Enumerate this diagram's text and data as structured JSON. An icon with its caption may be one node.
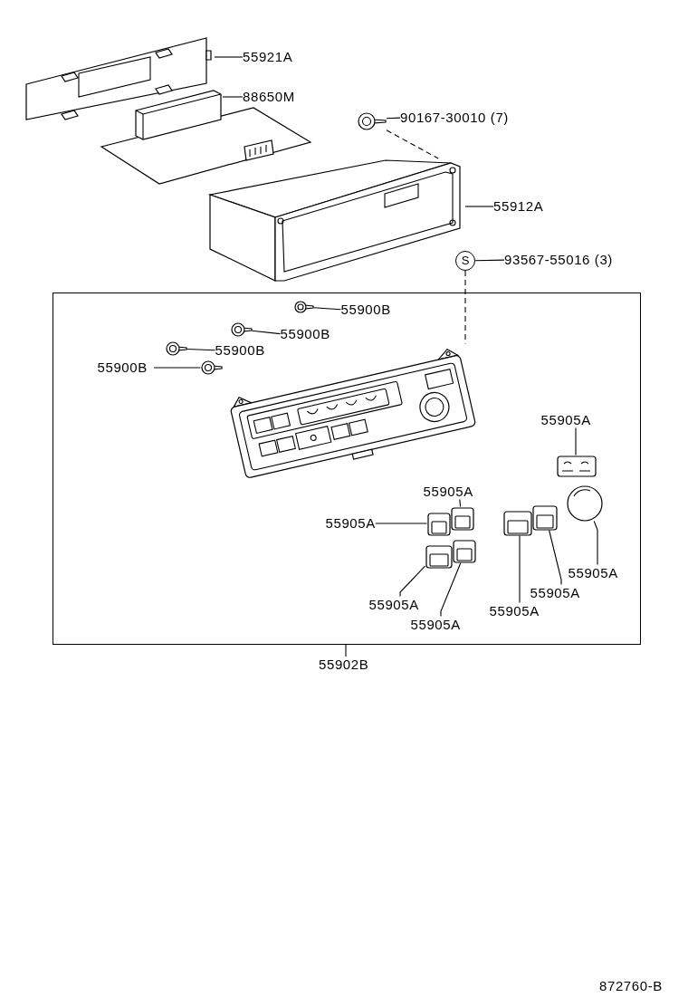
{
  "diagram": {
    "nodes": [
      {
        "text": [
          "55921A"
        ]
      },
      {
        "text": [],
        "shape": "picture"
      },
      {
        "text": [
          "88650M"
        ]
      },
      {
        "text": [],
        "shape": "picture"
      },
      {
        "text": [],
        "shape": "picture"
      },
      {
        "text": [
          "90167-30010 (7)"
        ]
      },
      {
        "text": [],
        "shape": "picture"
      },
      {
        "text": [
          "55912A"
        ]
      },
      {
        "text": [
          "S"
        ]
      },
      {
        "text": [
          "93567-55016 (3)"
        ]
      },
      {
        "text": [],
        "shape": "box"
      },
      {
        "text": [],
        "shape": "picture",
        "in": 10
      },
      {
        "text": [
          "55900B"
        ],
        "in": 10
      },
      {
        "text": [],
        "shape": "picture",
        "in": 10
      },
      {
        "text": [
          "55900B"
        ],
        "in": 10
      },
      {
        "text": [],
        "shape": "picture",
        "in": 10
      },
      {
        "text": [
          "55900B"
        ],
        "in": 10
      },
      {
        "text": [
          "55900B"
        ],
        "in": 10
      },
      {
        "text": [],
        "shape": "picture",
        "in": 10
      },
      {
        "text": [],
        "shape": "picture",
        "in": 10
      },
      {
        "text": [
          "55905A"
        ],
        "in": 10
      },
      {
        "text": [],
        "shape": "picture",
        "in": 10
      },
      {
        "text": [
          "55905A"
        ],
        "in": 10
      },
      {
        "text": [],
        "shape": "picture",
        "in": 10
      },
      {
        "text": [
          "55905A"
        ],
        "in": 10
      },
      {
        "text": [],
        "shape": "picture",
        "in": 10
      },
      {
        "text": [],
        "shape": "picture",
        "in": 10
      },
      {
        "text": [],
        "shape": "picture",
        "in": 10
      },
      {
        "text": [],
        "shape": "picture",
        "in": 10
      },
      {
        "text": [],
        "shape": "picture",
        "in": 10
      },
      {
        "text": [],
        "shape": "picture",
        "in": 10
      },
      {
        "text": [
          "55905A"
        ],
        "in": 10
      },
      {
        "text": [
          "55905A"
        ],
        "in": 10
      },
      {
        "text": [
          "55905A"
        ],
        "in": 10
      },
      {
        "text": [
          "55905A"
        ],
        "in": 10
      },
      {
        "text": [
          "55905A"
        ],
        "in": 10
      },
      {
        "text": [
          "55902B"
        ]
      }
    ],
    "edges": [
      {
        "from": 0,
        "to": 1,
        "arrow": "none"
      },
      {
        "from": 2,
        "to": 3,
        "arrow": "none"
      },
      {
        "from": 5,
        "to": 4,
        "arrow": "none"
      },
      {
        "from": 4,
        "to": 6,
        "arrow": "none",
        "style": "dashed"
      },
      {
        "from": 7,
        "to": 6,
        "arrow": "none"
      },
      {
        "from": 9,
        "to": 8,
        "arrow": "none"
      },
      {
        "from": 8,
        "to": 19,
        "arrow": "none",
        "style": "dashed"
      },
      {
        "from": 12,
        "to": 11,
        "arrow": "none"
      },
      {
        "from": 14,
        "to": 13,
        "arrow": "none"
      },
      {
        "from": 16,
        "to": 15,
        "arrow": "none"
      },
      {
        "from": 17,
        "to": 18,
        "arrow": "none"
      },
      {
        "from": 20,
        "to": 21,
        "arrow": "none"
      },
      {
        "from": 22,
        "to": 23,
        "arrow": "none"
      },
      {
        "from": 24,
        "to": 25,
        "arrow": "none"
      },
      {
        "from": 32,
        "to": 26,
        "arrow": "none"
      },
      {
        "from": 33,
        "to": 27,
        "arrow": "none"
      },
      {
        "from": 31,
        "to": 28,
        "arrow": "none"
      },
      {
        "from": 34,
        "to": 30,
        "arrow": "none"
      },
      {
        "from": 35,
        "to": 29,
        "arrow": "none"
      },
      {
        "from": 36,
        "to": 10,
        "arrow": "none"
      }
    ],
    "labels": [
      "872760-B"
    ]
  }
}
